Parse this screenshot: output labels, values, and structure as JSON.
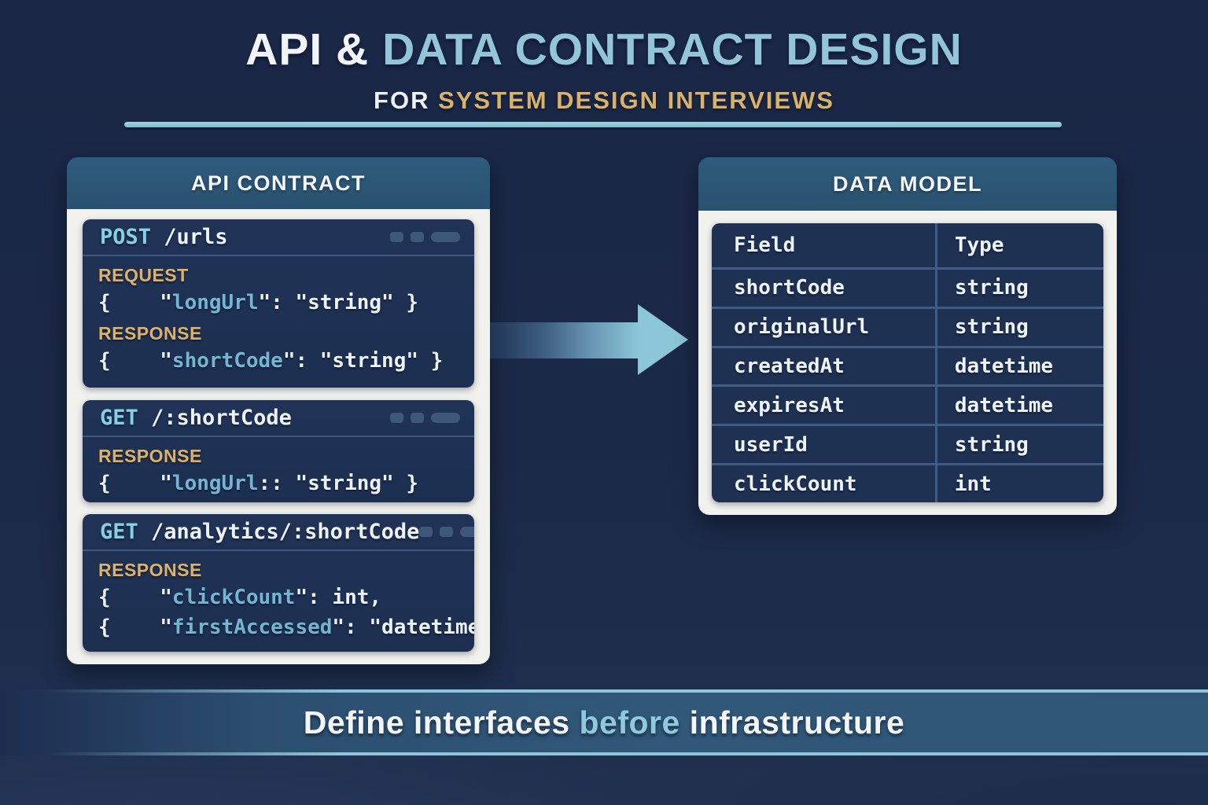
{
  "header": {
    "title_white": "API & ",
    "title_blue": "DATA CONTRACT DESIGN",
    "subtitle_white": "FOR ",
    "subtitle_gold": "SYSTEM DESIGN INTERVIEWS"
  },
  "api_panel": {
    "title": "API CONTRACT",
    "blocks": [
      {
        "method": "POST",
        "path": " /urls",
        "sections": [
          {
            "label": "REQUEST",
            "lines": [
              {
                "prefix": "{    \"",
                "key": "longUrl",
                "suffix": "\": \"string\" }"
              }
            ]
          },
          {
            "label": "RESPONSE",
            "lines": [
              {
                "prefix": "{    \"",
                "key": "shortCode",
                "suffix": "\": \"string\" }"
              }
            ]
          }
        ]
      },
      {
        "method": "GET",
        "path": " /:shortCode",
        "sections": [
          {
            "label": "RESPONSE",
            "lines": [
              {
                "prefix": "{    \"",
                "key": "longUrl",
                "suffix": ":: \"string\" }"
              }
            ]
          }
        ]
      },
      {
        "method": "GET",
        "path": " /analytics/:shortCode",
        "sections": [
          {
            "label": "RESPONSE",
            "lines": [
              {
                "prefix": "{    \"",
                "key": "clickCount",
                "suffix": "\": int,"
              },
              {
                "prefix": "{    \"",
                "key": "firstAccessed",
                "suffix": "\": \"datetime\" }"
              }
            ]
          }
        ]
      }
    ]
  },
  "data_model": {
    "title": "DATA MODEL",
    "columns": [
      "Field",
      "Type"
    ],
    "rows": [
      {
        "field": "shortCode",
        "type": "string"
      },
      {
        "field": "originalUrl",
        "type": "string"
      },
      {
        "field": "createdAt",
        "type": "datetime"
      },
      {
        "field": "expiresAt",
        "type": "datetime"
      },
      {
        "field": "userId",
        "type": "string"
      },
      {
        "field": "clickCount",
        "type": "int"
      }
    ]
  },
  "footer": {
    "part_white_1": "Define interfaces ",
    "part_blue": "before",
    "part_white_2": " infrastructure"
  },
  "colors": {
    "background_navy": "#1a2746",
    "panel_header_teal": "#2b5270",
    "code_block_navy": "#1e3153",
    "accent_light_blue": "#8cc6d8",
    "key_blue": "#74b6d2",
    "method_blue": "#85d0e4",
    "label_gold": "#ddb169",
    "title_gold": "#d9b267",
    "panel_body_white": "#f1f1ee"
  }
}
